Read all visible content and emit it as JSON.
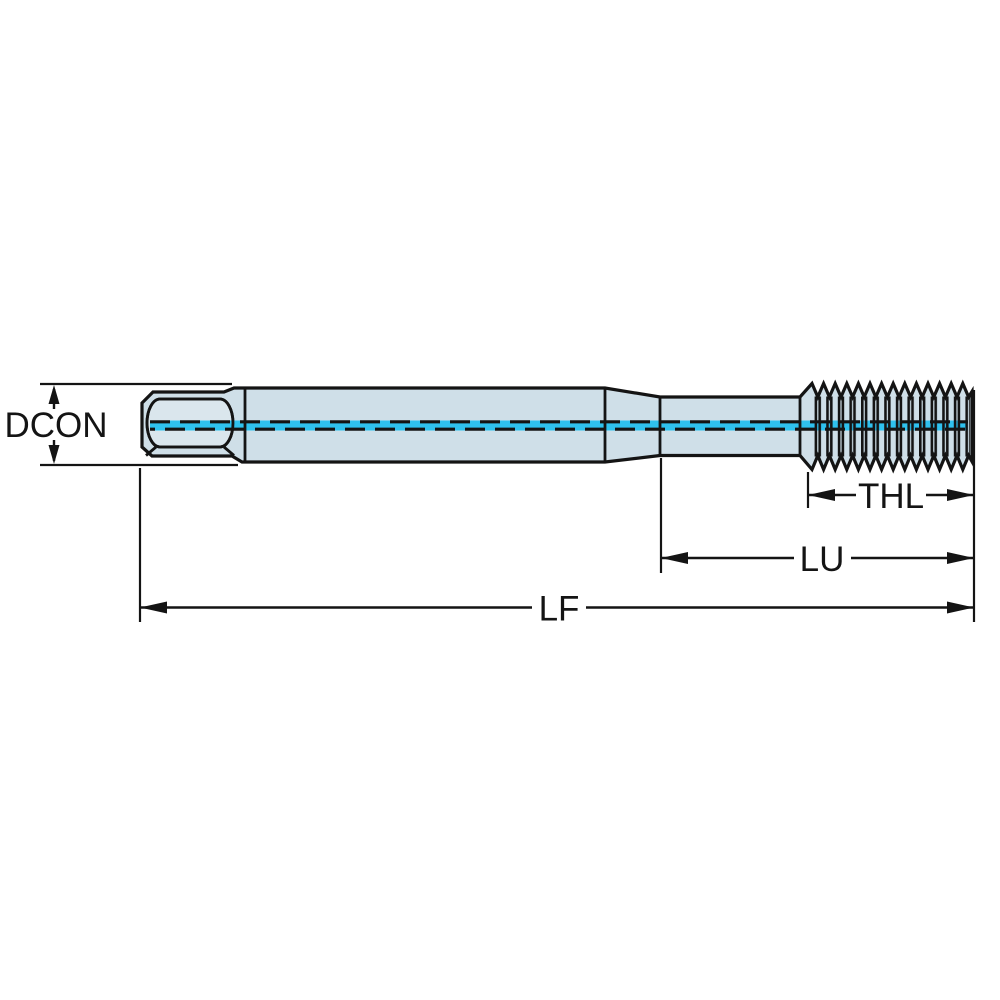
{
  "diagram": {
    "title": "tap-dimensional-drawing",
    "labels": {
      "dcon": "DCON",
      "thl": "THL",
      "lu": "LU",
      "lf": "LF"
    },
    "colors": {
      "body_fill": "#cfdfe8",
      "body_fill_light": "#dae6ed",
      "centerline_cyan": "#2fc1ee",
      "line": "#141414",
      "background": "#ffffff"
    }
  }
}
